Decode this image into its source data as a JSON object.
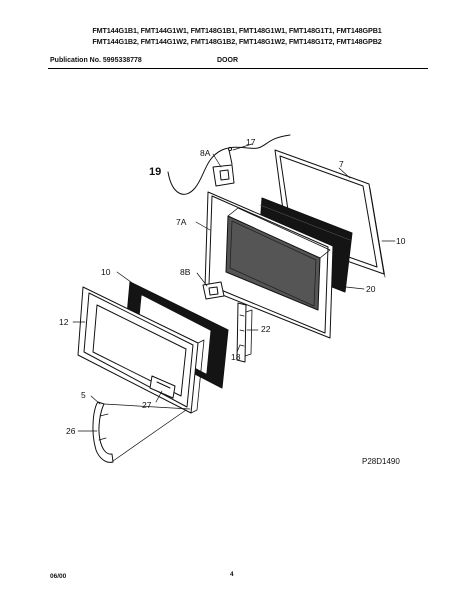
{
  "header": {
    "models_line1": "FMT144G1B1, FMT144G1W1, FMT148G1B1, FMT148G1W1, FMT148G1T1, FMT148GPB1",
    "models_line2": "FMT144G1B2, FMT144G1W2, FMT148G1B2, FMT148G1W2, FMT148G1T2, FMT148GPB2",
    "publication": "Publication No. 5995338778",
    "section": "DOOR"
  },
  "diagram": {
    "callouts": {
      "c17": "17",
      "c8A": "8A",
      "c19": "19",
      "c7": "7",
      "c7A": "7A",
      "c10a": "10",
      "c10b": "10",
      "c8B": "8B",
      "c20": "20",
      "c12": "12",
      "c22": "22",
      "c18": "18",
      "c5": "5",
      "c27": "27",
      "c26": "26"
    },
    "figure_id": "P28D1490"
  },
  "footer": {
    "date": "06/00",
    "page": "4"
  }
}
